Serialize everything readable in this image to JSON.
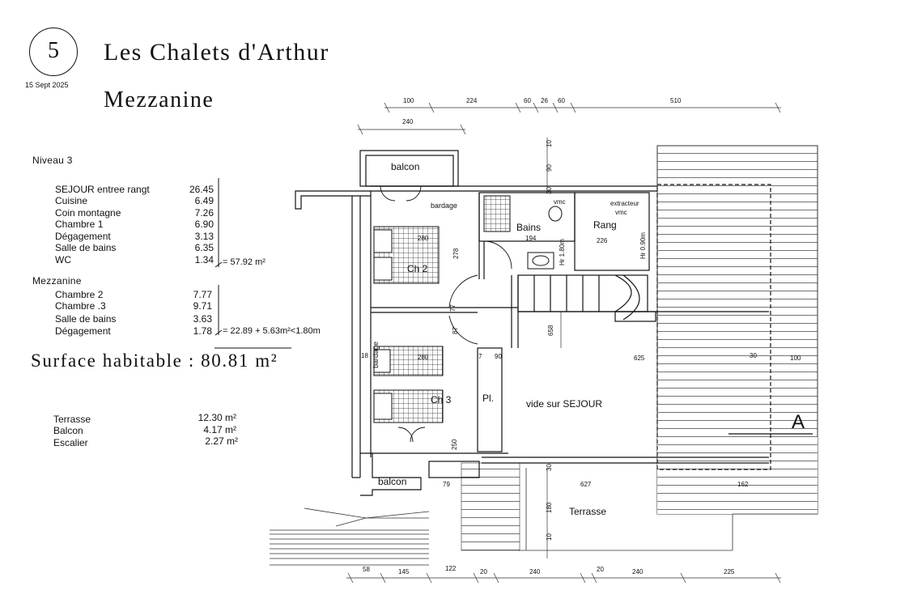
{
  "header": {
    "number": "5",
    "date": "15 Sept 2025",
    "title": "Les Chalets d'Arthur",
    "subtitle": "Mezzanine"
  },
  "areas": {
    "level3_heading": "Niveau 3",
    "level3": [
      {
        "name": "SEJOUR entree rangt",
        "value": "26.45"
      },
      {
        "name": "Cuisine",
        "value": "6.49"
      },
      {
        "name": "Coin montagne",
        "value": "7.26"
      },
      {
        "name": "Chambre 1",
        "value": "6.90"
      },
      {
        "name": "Dégagement",
        "value": "3.13"
      },
      {
        "name": "Salle de bains",
        "value": "6.35"
      },
      {
        "name": "WC",
        "value": "1.34"
      }
    ],
    "level3_total": "= 57.92 m²",
    "mezz_heading": "Mezzanine",
    "mezz": [
      {
        "name": "Chambre 2",
        "value": "7.77"
      },
      {
        "name": "Chambre .3",
        "value": "9.71"
      },
      {
        "name": "Salle de bains",
        "value": "3.63"
      },
      {
        "name": "Dégagement",
        "value": "1.78"
      }
    ],
    "mezz_total": "= 22.89 + 5.63m²<1.80m",
    "habitable": "Surface habitable :  80.81 m²",
    "extras": [
      {
        "name": "Terrasse",
        "value": "12.30 m²"
      },
      {
        "name": "Balcon",
        "value": "4.17 m²"
      },
      {
        "name": "Escalier",
        "value": "2.27 m²"
      }
    ]
  },
  "plan": {
    "rooms": {
      "balcon_top": "balcon",
      "bardage_top": "bardage",
      "bains": "Bains",
      "vmc": "vmc",
      "rang": "Rang",
      "extracteur": "extracteur",
      "vmc2": "vmc",
      "ch2": "Ch 2",
      "bardage_left": "bardage",
      "ch3": "Ch 3",
      "pl": "Pl.",
      "vide": "vide sur SEJOUR",
      "balcon_bottom": "balcon",
      "terrasse": "Terrasse",
      "section_mark": "A"
    },
    "dims_top": [
      "100",
      "224",
      "60",
      "26",
      "60",
      "510"
    ],
    "dim_240_top": "240",
    "dims_bottom": [
      "58",
      "145",
      "122",
      "20",
      "240",
      "20",
      "240",
      "225"
    ],
    "dims_inner": {
      "d10a": "10",
      "d90a": "90",
      "d30a": "30",
      "d280": "280",
      "d278": "278",
      "d194": "194",
      "d226": "226",
      "hr180": "Hr 1.80m",
      "hr090": "Hr 0.90m",
      "d658": "658",
      "d625": "625",
      "d30b": "30",
      "d100": "100",
      "d18": "18",
      "d280b": "280",
      "d7": "7",
      "d90b": "90",
      "d77": "77",
      "d87": "87",
      "d250": "250",
      "d30c": "30",
      "d79": "79",
      "d627": "627",
      "d162": "162",
      "d180": "180",
      "d10b": "10"
    }
  }
}
